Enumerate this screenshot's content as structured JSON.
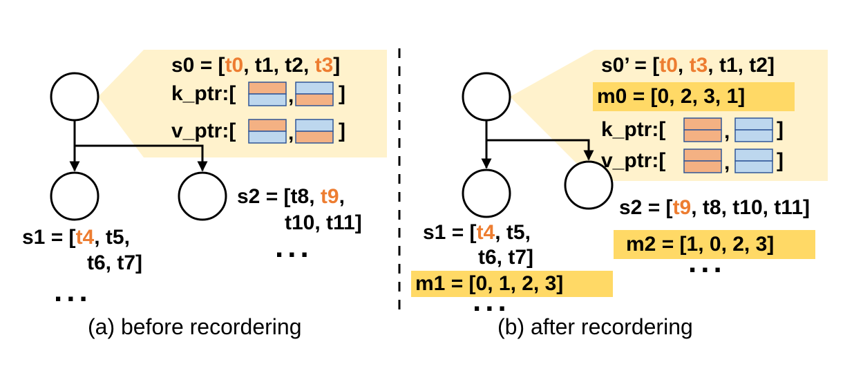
{
  "colors": {
    "highlight_text": "#ED7D31",
    "callout_fill": "#FFF2CC",
    "mask_fill": "#FFD966",
    "key_block_orange": "#F4B183",
    "key_block_blue": "#BDD7EE"
  },
  "panel_a": {
    "caption": "(a) before recordering",
    "s0": {
      "prefix": "s0 = [",
      "t0": "t0",
      "sep1": ", t1, t2, ",
      "t3": "t3",
      "suffix": "]"
    },
    "k_ptr": {
      "label": "k_ptr:[",
      "comma": ",",
      "close": "]"
    },
    "v_ptr": {
      "label": "v_ptr:[",
      "comma": ",",
      "close": "]"
    },
    "s1": {
      "prefix": "s1 = [",
      "t4": "t4",
      "rest1": ", t5,",
      "line2": "t6, t7]"
    },
    "s2": {
      "prefix": "s2 = [t8, ",
      "t9": "t9",
      "rest1": ",",
      "line2": "t10, t11]"
    },
    "ellipsis": "..."
  },
  "panel_b": {
    "caption": "(b) after recordering",
    "s0": {
      "prefix": "s0’ = [",
      "t0": "t0",
      "sep1": ", ",
      "t3": "t3",
      "suffix": ", t1, t2]"
    },
    "m0": "m0 = [0, 2, 3, 1]",
    "k_ptr": {
      "label": "k_ptr:[",
      "comma": ",",
      "close": "]"
    },
    "v_ptr": {
      "label": "v_ptr:[",
      "comma": ",",
      "close": "]"
    },
    "s1": {
      "prefix": "s1 = [",
      "t4": "t4",
      "rest1": ", t5,",
      "line2": "t6, t7]"
    },
    "m1": "m1 = [0, 1, 2, 3]",
    "s2": {
      "prefix": "s2 = [",
      "t9": "t9",
      "rest1": ", t8, t10, t11]"
    },
    "m2": "m2 = [1, 0, 2, 3]",
    "ellipsis": "..."
  }
}
